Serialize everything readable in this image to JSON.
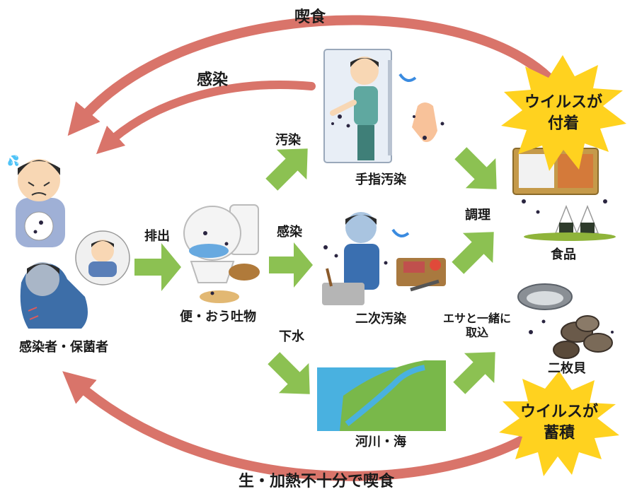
{
  "labels": {
    "kisshoku_top": "喫食",
    "kansen_arrow": "感染",
    "osen": "汚染",
    "kansen_mid": "感染",
    "haishutsu": "排出",
    "gesui": "下水",
    "chouri": "調理",
    "esa_line1": "エサと一緒に",
    "esa_line2": "取込",
    "bottom_arrow": "生・加熱不十分で喫食",
    "infected_person": "感染者・保菌者",
    "feces_vomit": "便・おう吐物",
    "finger_contamination": "手指汚染",
    "secondary_contamination": "二次汚染",
    "river_sea": "河川・海",
    "food": "食品",
    "bivalves": "二枚貝",
    "virus_attached_line1": "ウイルスが",
    "virus_attached_line2": "付着",
    "virus_accumulated_line1": "ウイルスが",
    "virus_accumulated_line2": "蓄積"
  },
  "colors": {
    "red_arrow": "#d9746a",
    "green_arrow": "#8cc152",
    "burst": "#ffd21f"
  }
}
